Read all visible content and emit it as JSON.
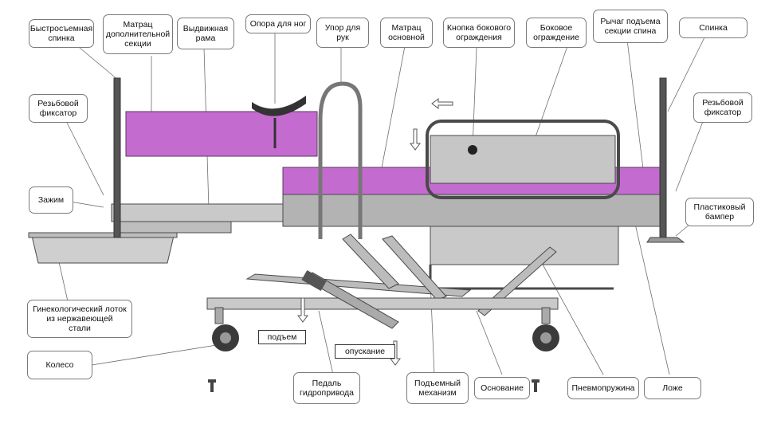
{
  "labels": {
    "quick_back": "Быстросъемная\nспинка",
    "mattress_extra": "Матрац\nдополнительной\nсекции",
    "sliding_frame": "Выдвижная\nрама",
    "leg_support": "Опора для ног",
    "arm_rest": "Упор для\nрук",
    "mattress_main": "Матрац\nосновной",
    "rail_button": "Кнопка бокового\nограждения",
    "side_rail": "Боковое\nограждение",
    "back_lever": "Рычаг подъема\nсекции спина",
    "backrest": "Спинка",
    "thread_lock_left": "Резьбовой\nфиксатор",
    "thread_lock_right": "Резьбовой\nфиксатор",
    "clamp": "Зажим",
    "plastic_bumper": "Пластиковый\nбампер",
    "gyn_tray": "Гинекологический лоток\nиз нержавеющей\nстали",
    "wheel": "Колесо",
    "hydraulic_pedal": "Педаль\nгидропривода",
    "lift_mechanism": "Подъемный\nмеханизм",
    "base": "Основание",
    "gas_spring": "Пневмопружина",
    "bed": "Ложе"
  },
  "tags": {
    "up": "подъем",
    "down": "опускание"
  },
  "colors": {
    "mattress": "#c46bd0",
    "frame": "#b3b3b3",
    "outline": "#4a4a4a"
  }
}
